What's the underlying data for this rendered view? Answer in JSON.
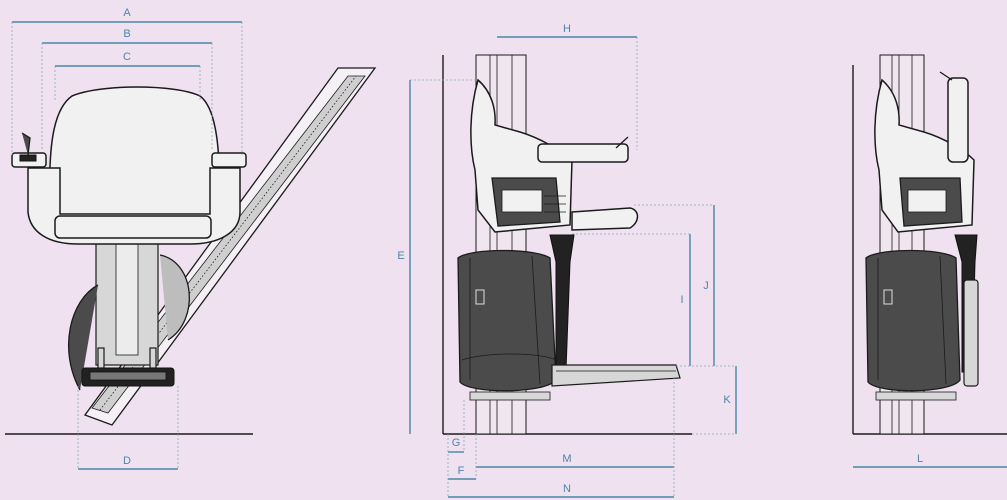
{
  "labels": {
    "A": "A",
    "B": "B",
    "C": "C",
    "D": "D",
    "E": "E",
    "F": "F",
    "G": "G",
    "H": "H",
    "I": "I",
    "J": "J",
    "K": "K",
    "L": "L",
    "M": "M",
    "N": "N"
  },
  "colors": {
    "background": "#efe1ef",
    "dimension": "#4a87a8",
    "outline": "#1b1b1b",
    "seat": "#f1f1f1",
    "chassis": "#4b4b4b"
  },
  "views": [
    "front-view",
    "side-view-unfolded",
    "side-view-folded"
  ]
}
